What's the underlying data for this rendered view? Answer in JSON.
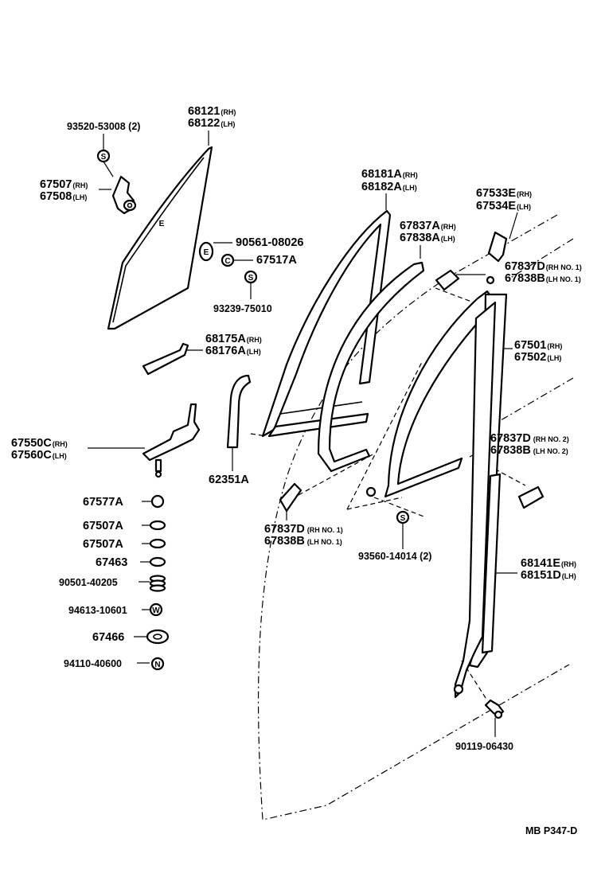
{
  "diagram": {
    "ref": "MB  P347-D",
    "labels": [
      {
        "id": "l1",
        "lines": [
          {
            "code": "93520-53008 (2)",
            "sfx": ""
          }
        ]
      },
      {
        "id": "l2",
        "lines": [
          {
            "code": "68121",
            "sfx": "(RH)"
          },
          {
            "code": "68122",
            "sfx": "(LH)"
          }
        ]
      },
      {
        "id": "l3",
        "lines": [
          {
            "code": "67507",
            "sfx": "(RH)"
          },
          {
            "code": "67508",
            "sfx": "(LH)"
          }
        ]
      },
      {
        "id": "l4",
        "lines": [
          {
            "code": "90561-08026",
            "sfx": ""
          }
        ]
      },
      {
        "id": "l5",
        "lines": [
          {
            "code": "67517A",
            "sfx": ""
          }
        ]
      },
      {
        "id": "l6",
        "lines": [
          {
            "code": "93239-75010",
            "sfx": ""
          }
        ]
      },
      {
        "id": "l7",
        "lines": [
          {
            "code": "68181A",
            "sfx": "(RH)"
          },
          {
            "code": "68182A",
            "sfx": "(LH)"
          }
        ]
      },
      {
        "id": "l8",
        "lines": [
          {
            "code": "67837A",
            "sfx": "(RH)"
          },
          {
            "code": "67838A",
            "sfx": "(LH)"
          }
        ]
      },
      {
        "id": "l9",
        "lines": [
          {
            "code": "67533E",
            "sfx": "(RH)"
          },
          {
            "code": "67534E",
            "sfx": "(LH)"
          }
        ]
      },
      {
        "id": "l10",
        "lines": [
          {
            "code": "67837D",
            "sfx": "(RH NO. 1)"
          },
          {
            "code": "67838B",
            "sfx": "(LH NO. 1)"
          }
        ]
      },
      {
        "id": "l11",
        "lines": [
          {
            "code": "68175A",
            "sfx": "(RH)"
          },
          {
            "code": "68176A",
            "sfx": "(LH)"
          }
        ]
      },
      {
        "id": "l12",
        "lines": [
          {
            "code": "67501",
            "sfx": "(RH)"
          },
          {
            "code": "67502",
            "sfx": "(LH)"
          }
        ]
      },
      {
        "id": "l13",
        "lines": [
          {
            "code": "67550C",
            "sfx": "(RH)"
          },
          {
            "code": "67560C",
            "sfx": "(LH)"
          }
        ]
      },
      {
        "id": "l14",
        "lines": [
          {
            "code": "62351A",
            "sfx": ""
          }
        ]
      },
      {
        "id": "l15",
        "lines": [
          {
            "code": "67837D",
            "sfx": "(RH  NO. 2)"
          },
          {
            "code": "67838B",
            "sfx": "(LH  NO. 2)"
          }
        ]
      },
      {
        "id": "l16",
        "lines": [
          {
            "code": "67577A",
            "sfx": ""
          }
        ]
      },
      {
        "id": "l17",
        "lines": [
          {
            "code": "67837D",
            "sfx": "(RH NO. 1)"
          },
          {
            "code": "67838B",
            "sfx": "(LH NO. 1)"
          }
        ]
      },
      {
        "id": "l18",
        "lines": [
          {
            "code": "67507A",
            "sfx": ""
          }
        ]
      },
      {
        "id": "l19",
        "lines": [
          {
            "code": "67507A",
            "sfx": ""
          }
        ]
      },
      {
        "id": "l20",
        "lines": [
          {
            "code": "93560-14014 (2)",
            "sfx": ""
          }
        ]
      },
      {
        "id": "l21",
        "lines": [
          {
            "code": "67463",
            "sfx": ""
          }
        ]
      },
      {
        "id": "l22",
        "lines": [
          {
            "code": "90501-40205",
            "sfx": ""
          }
        ]
      },
      {
        "id": "l23",
        "lines": [
          {
            "code": "68141E",
            "sfx": "(RH)"
          },
          {
            "code": "68151D",
            "sfx": "(LH)"
          }
        ]
      },
      {
        "id": "l24",
        "lines": [
          {
            "code": "94613-10601",
            "sfx": ""
          }
        ]
      },
      {
        "id": "l25",
        "lines": [
          {
            "code": "67466",
            "sfx": ""
          }
        ]
      },
      {
        "id": "l26",
        "lines": [
          {
            "code": "94110-40600",
            "sfx": ""
          }
        ]
      },
      {
        "id": "l27",
        "lines": [
          {
            "code": "90119-06430",
            "sfx": ""
          }
        ]
      }
    ],
    "symbols": {
      "s": "S",
      "w": "W",
      "n": "N",
      "e": "E",
      "c": "C"
    }
  }
}
